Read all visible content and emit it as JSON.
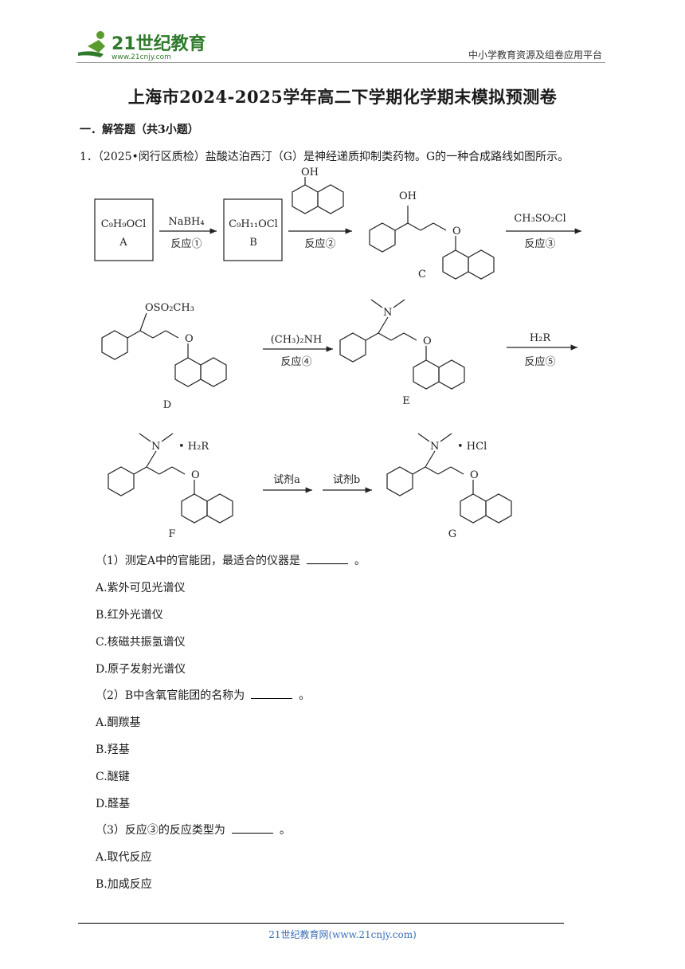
{
  "header": {
    "logo_text": "21世纪教育",
    "logo_url_text": "www.21cnjy.com",
    "right_text": "中小学教育资源及组卷应用平台"
  },
  "title": "上海市2024-2025学年高二下学期化学期末模拟预测卷",
  "section": "一．解答题（共3小题）",
  "question": {
    "intro": "1．（2025•闵行区质检）盐酸达泊西汀（G）是神经递质抑制类药物。G的一种合成路线如图所示。",
    "scheme": {
      "A_formula": "C₉H₉OCl",
      "A_label": "A",
      "B_formula": "C₉H₁₁OCl",
      "B_label": "B",
      "r1_reagent": "NaBH₄",
      "r1_label": "反应①",
      "r2_label": "反应②",
      "r3_reagent": "CH₃SO₂Cl",
      "r3_label": "反应③",
      "r4_reagent": "(CH₃)₂NH",
      "r4_label": "反应④",
      "r5_reagent": "H₂R",
      "r5_label": "反应⑤",
      "reagent_a": "试剂a",
      "reagent_b": "试剂b",
      "oh": "OH",
      "o": "O",
      "n": "N",
      "oso2ch3": "OSO₂CH₃",
      "h2r_salt": "• H₂R",
      "hcl_salt": "• HCl",
      "C": "C",
      "D": "D",
      "E": "E",
      "F": "F",
      "G": "G"
    },
    "sub1": {
      "stem_pre": "（1）测定A中的官能团，最适合的仪器是",
      "stem_post": "。",
      "options": [
        "A.紫外可见光谱仪",
        "B.红外光谱仪",
        "C.核磁共振氢谱仪",
        "D.原子发射光谱仪"
      ]
    },
    "sub2": {
      "stem_pre": "（2）B中含氧官能团的名称为",
      "stem_post": "。",
      "options": [
        "A.酮羰基",
        "B.羟基",
        "C.醚键",
        "D.醛基"
      ]
    },
    "sub3": {
      "stem_pre": "（3）反应③的反应类型为",
      "stem_post": "。",
      "options": [
        "A.取代反应",
        "B.加成反应"
      ]
    }
  },
  "footer": "21世纪教育网(www.21cnjy.com)"
}
